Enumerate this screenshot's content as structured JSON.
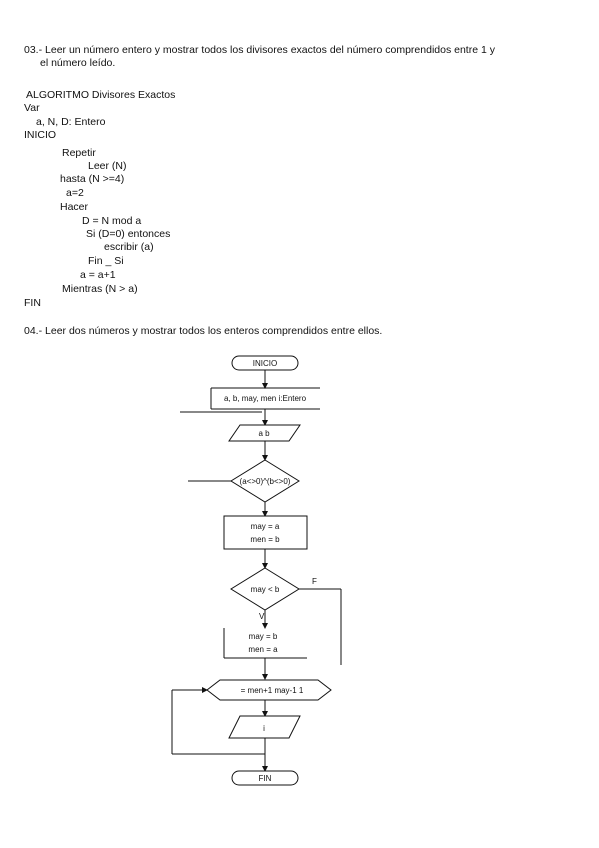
{
  "ex3": {
    "heading_line1": "03.- Leer un número entero y mostrar todos los divisores exactos del número comprendidos entre 1 y",
    "heading_line2": "el número leído.",
    "code": [
      "ALGORITMO Divisores Exactos",
      "Var",
      "a, N, D: Entero",
      "INICIO",
      "Repetir",
      "Leer (N)",
      "hasta (N >=4)",
      "a=2",
      "Hacer",
      "D = N mod a",
      "Si (D=0) entonces",
      "escribir (a)",
      "Fin _ Si",
      "a = a+1",
      "Mientras (N > a)",
      "FIN"
    ]
  },
  "ex4": {
    "heading": "04.- Leer dos números y mostrar todos los enteros comprendidos entre ellos."
  },
  "flowchart": {
    "start": "INICIO",
    "declare": "a, b, may, men  i:Entero",
    "read": "a b",
    "condition1": "(a<>0)^(b<>0)",
    "assign1_line1": "may = a",
    "assign1_line2": "men = b",
    "condition2": "may < b",
    "branch_no": "F",
    "branch_yes": "V",
    "assign2_line1": "may = b",
    "assign2_line2": "men = a",
    "loop": "= men+1  may-1  1",
    "write": "i",
    "end": "FIN"
  }
}
